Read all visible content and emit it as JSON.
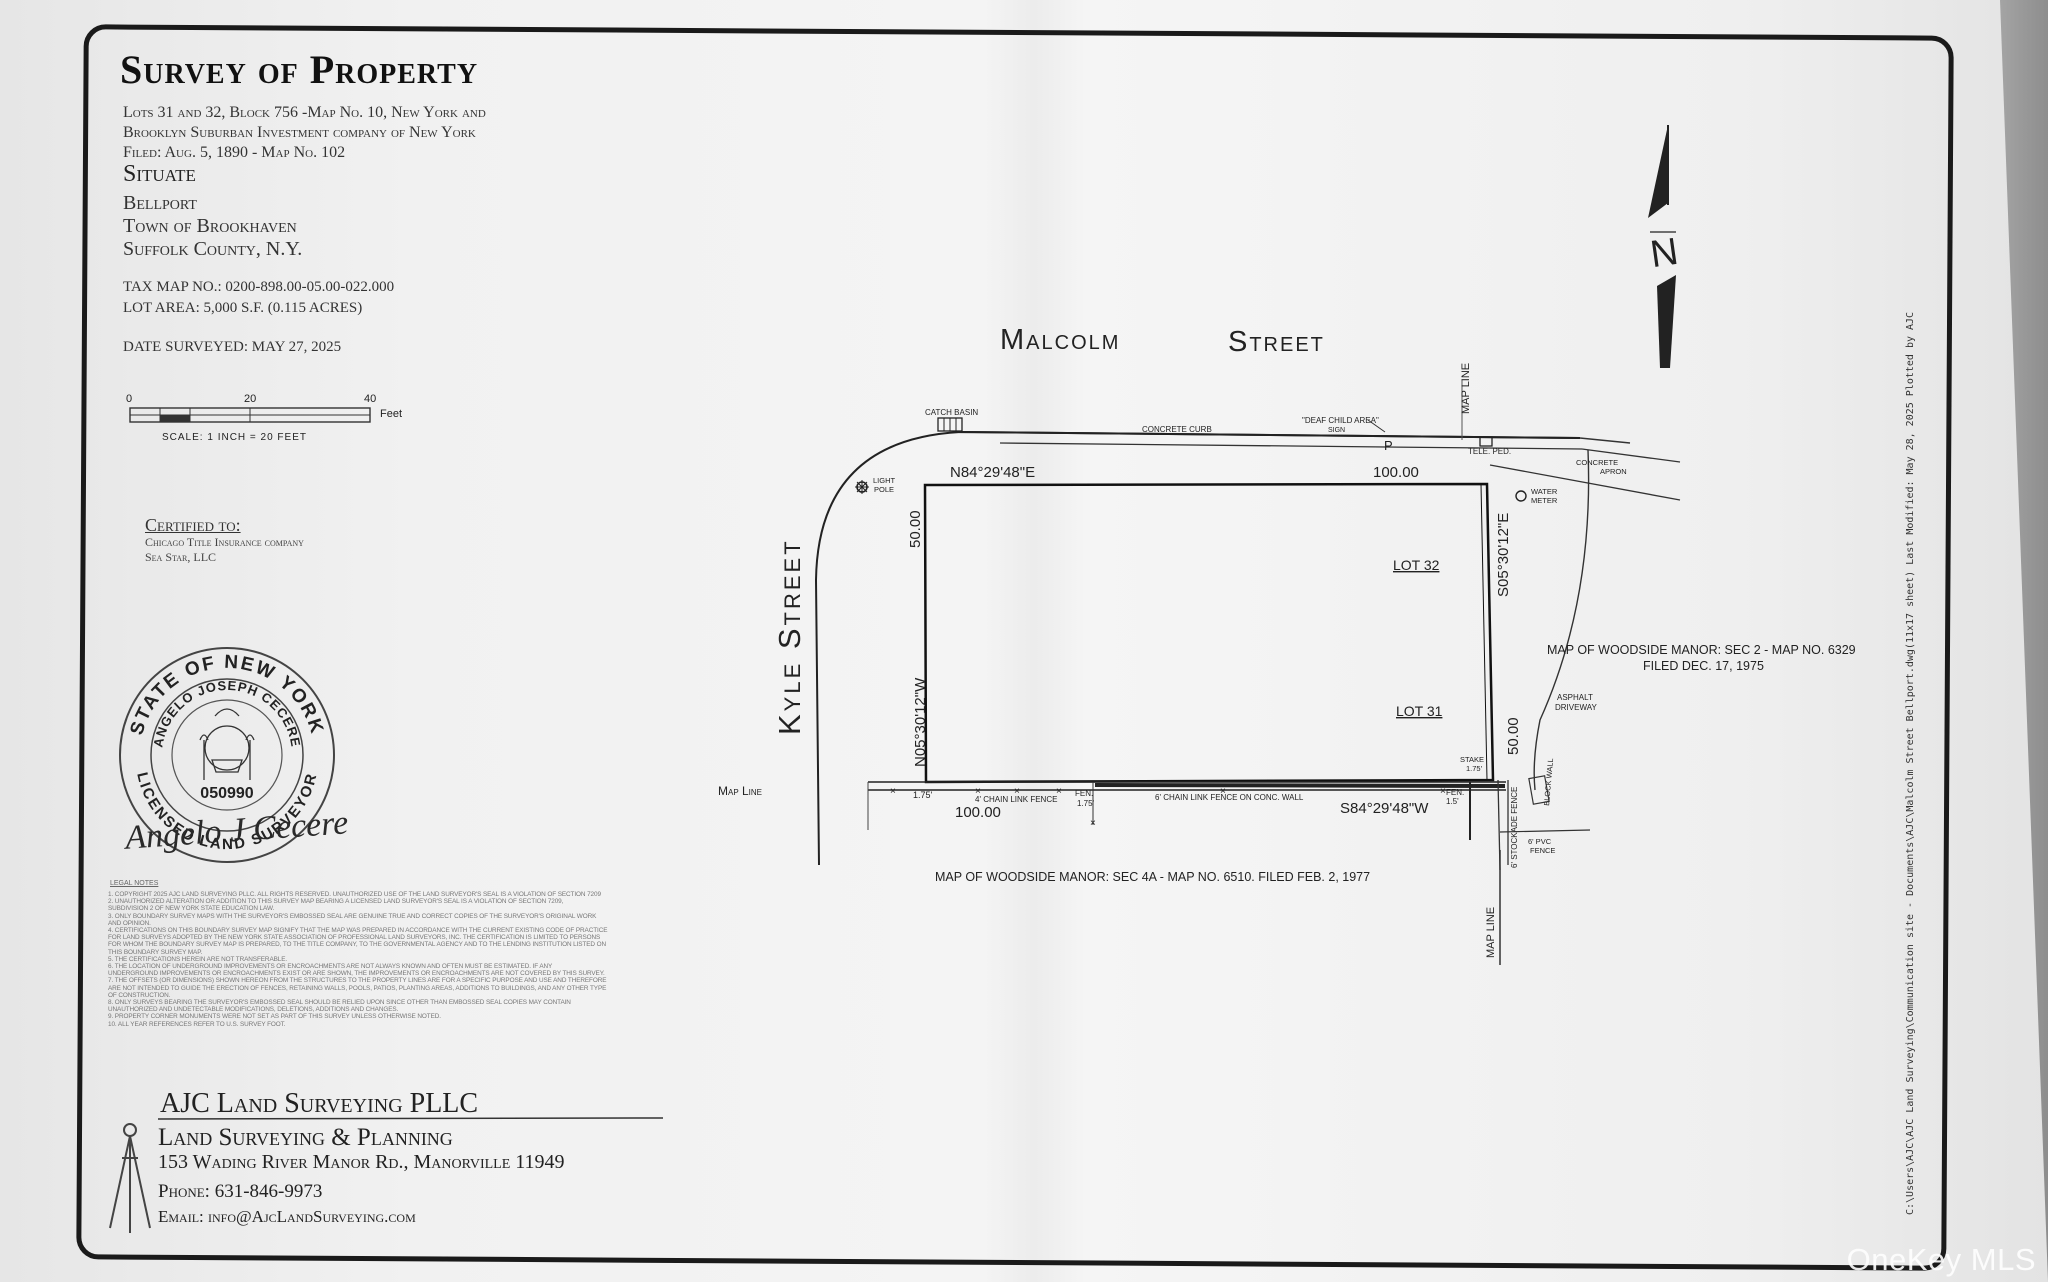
{
  "header": {
    "title": "Survey of Property",
    "lots_description": "Lots 31 and 32, Block 756 -Map No. 10, New York and\nBrooklyn Suburban Investment company of New York\nFiled: Aug. 5, 1890 - Map No. 102",
    "situate": "Situate",
    "location": "Bellport\nTown of Brookhaven\nSuffolk County, N.Y.",
    "tax_map": "TAX MAP NO.: 0200-898.00-05.00-022.000",
    "lot_area": "LOT AREA: 5,000 S.F. (0.115 ACRES)",
    "date_surveyed": "DATE SURVEYED: MAY 27, 2025"
  },
  "scale": {
    "tick_0": "0",
    "tick_20": "20",
    "tick_40": "40",
    "unit": "Feet",
    "caption": "SCALE: 1 INCH = 20 FEET"
  },
  "certified": {
    "title": "Certified to:",
    "line1": "Chicago Title Insurance company",
    "line2": "Sea Star, LLC"
  },
  "seal": {
    "outer_text": "STATE OF NEW YORK",
    "name": "ANGELO JOSEPH CECERE",
    "license_no": "050990",
    "bottom_text": "LICENSED LAND SURVEYOR",
    "signature": "Angelo J Cecere"
  },
  "plan": {
    "street_north": "Malcolm",
    "street_north_2": "Street",
    "street_west": "Kyle Street",
    "north_letter": "N",
    "catch_basin": "CATCH BASIN",
    "concrete_curb": "CONCRETE CURB",
    "deaf_child_sign": "\"DEAF CHILD AREA\"",
    "sign": "SIGN",
    "tele_ped": "TELE. PED.",
    "concrete_apron": "CONCRETE",
    "concrete_apron_2": "APRON",
    "light_pole": "LIGHT",
    "light_pole_2": "POLE",
    "water_meter": "WATER",
    "water_meter_2": "METER",
    "bearing_north": "N84°29'48\"E",
    "dist_north": "100.00",
    "bearing_east": "S05°30'12\"E",
    "dist_east": "50.00",
    "bearing_west": "N05°30'12\"W",
    "dist_west": "50.00",
    "bearing_south": "S84°29'48\"W",
    "dist_south": "100.00",
    "lot_32": "LOT 32",
    "lot_31": "LOT 31",
    "map_line": "MAP LINE",
    "map_line_left": "Map Line",
    "chain_link_fence": "4' CHAIN LINK FENCE",
    "chain_link_wall": "6' CHAIN LINK FENCE ON CONC. WALL",
    "fence_offset_1": "1.75'",
    "fence_offset_2": "1.75'",
    "fence_offset_3": "1.5'",
    "fen_label": "FEN.",
    "stake": "STAKE",
    "stake_offset": "1.75'",
    "stockade_fence": "6' STOCKADE FENCE",
    "pvc_fence": "6' PVC",
    "pvc_fence_2": "FENCE",
    "block_wall": "BLOCK WALL",
    "asphalt": "ASPHALT",
    "asphalt_2": "DRIVEWAY",
    "woodside_sec2": "MAP OF WOODSIDE MANOR: SEC 2 - MAP NO. 6329",
    "woodside_sec2_filed": "FILED DEC. 17, 1975",
    "woodside_sec4a": "MAP OF WOODSIDE MANOR: SEC 4A - MAP NO. 6510. FILED FEB. 2, 1977"
  },
  "notes": {
    "title": "LEGAL NOTES",
    "lines": [
      "1. COPYRIGHT 2025 AJC LAND SURVEYING PLLC. ALL RIGHTS RESERVED.  UNAUTHORIZED USE OF THE LAND SURVEYOR'S SEAL IS A VIOLATION OF SECTION 7209",
      "2. UNAUTHORIZED ALTERATION OR ADDITION TO THIS SURVEY MAP BEARING A LICENSED LAND SURVEYOR'S SEAL IS A VIOLATION OF SECTION 7209,",
      "SUBDIVISION 2 OF NEW YORK STATE EDUCATION LAW.",
      "3. ONLY BOUNDARY SURVEY MAPS WITH THE SURVEYOR'S EMBOSSED SEAL ARE GENUINE TRUE AND CORRECT COPIES OF THE SURVEYOR'S ORIGINAL WORK",
      "AND OPINION.",
      "4. CERTIFICATIONS ON THIS BOUNDARY SURVEY MAP SIGNIFY THAT THE MAP WAS PREPARED IN ACCORDANCE WITH THE CURRENT EXISTING CODE OF PRACTICE",
      "FOR LAND SURVEYS ADOPTED BY THE NEW YORK STATE ASSOCIATION OF PROFESSIONAL LAND SURVEYORS, INC. THE CERTIFICATION IS LIMITED TO PERSONS",
      "FOR WHOM THE BOUNDARY SURVEY MAP IS PREPARED, TO THE TITLE COMPANY, TO THE GOVERNMENTAL AGENCY AND TO THE LENDING INSTITUTION LISTED ON",
      "THIS BOUNDARY SURVEY MAP.",
      "5. THE CERTIFICATIONS HEREIN ARE NOT TRANSFERABLE.",
      "6. THE LOCATION OF UNDERGROUND IMPROVEMENTS OR ENCROACHMENTS ARE NOT ALWAYS KNOWN AND OFTEN MUST BE ESTIMATED. IF ANY",
      "UNDERGROUND IMPROVEMENTS OR ENCROACHMENTS EXIST OR ARE SHOWN, THE IMPROVEMENTS OR ENCROACHMENTS ARE NOT COVERED BY THIS SURVEY.",
      "7. THE OFFSETS (OR DIMENSIONS) SHOWN HEREON FROM THE STRUCTURES TO THE PROPERTY LINES ARE FOR A SPECIFIC PURPOSE AND USE AND THEREFORE",
      "ARE NOT INTENDED TO GUIDE THE ERECTION OF FENCES, RETAINING WALLS, POOLS, PATIOS, PLANTING AREAS, ADDITIONS TO BUILDINGS, AND ANY OTHER TYPE",
      "OF CONSTRUCTION.",
      "8. ONLY SURVEYS BEARING THE SURVEYOR'S EMBOSSED SEAL SHOULD BE RELIED UPON SINCE OTHER THAN EMBOSSED SEAL COPIES MAY CONTAIN",
      "UNAUTHORIZED AND UNDETECTABLE MODIFICATIONS, DELETIONS, ADDITIONS AND CHANGES.",
      "9. PROPERTY CORNER MONUMENTS WERE NOT SET AS PART OF THIS SURVEY UNLESS OTHERWISE NOTED.",
      "10. ALL YEAR REFERENCES REFER TO U.S. SURVEY FOOT."
    ]
  },
  "company": {
    "name": "AJC Land Surveying PLLC",
    "subtitle": "Land Surveying & Planning",
    "address": "153 Wading River Manor Rd., Manorville 11949",
    "phone": "Phone: 631-846-9973",
    "email": "Email: info@AjcLandSurveying.com"
  },
  "side_text": "C:\\Users\\AJC\\AJC Land Surveying\\Communication site - Documents\\AJC\\Malcolm Street Bellport.dwg(11x17 sheet) Last Modified: May 28, 2025 Plotted by AJC",
  "watermark": "OneKey MLS"
}
